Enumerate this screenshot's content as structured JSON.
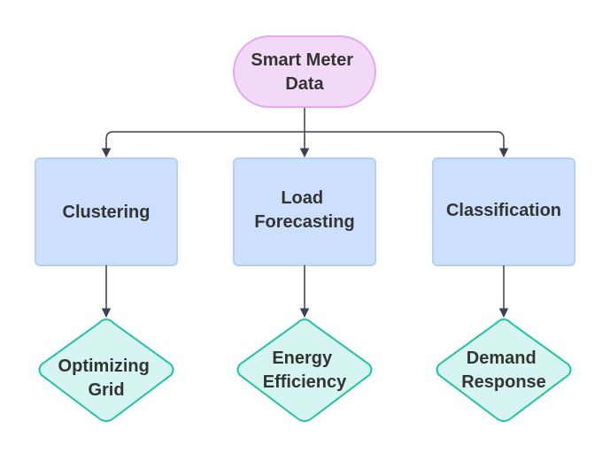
{
  "diagram": {
    "root": {
      "lines": [
        "Smart Meter",
        "Data"
      ],
      "fill": "#f2d9f7",
      "stroke": "#e3a7ef"
    },
    "branches": [
      {
        "process": {
          "lines": [
            "Clustering"
          ]
        },
        "outcome": {
          "lines": [
            "Optimizing",
            "Grid"
          ]
        }
      },
      {
        "process": {
          "lines": [
            "Load",
            "Forecasting"
          ]
        },
        "outcome": {
          "lines": [
            "Energy",
            "Efficiency"
          ]
        }
      },
      {
        "process": {
          "lines": [
            "Classification"
          ]
        },
        "outcome": {
          "lines": [
            "Demand",
            "Response"
          ]
        }
      }
    ],
    "colors": {
      "process_fill": "#cce0fd",
      "process_stroke": "#b3cff9",
      "outcome_fill": "#d6f5f0",
      "outcome_stroke": "#1ec3a0",
      "connector": "#3b4150",
      "text": "#333333"
    }
  }
}
